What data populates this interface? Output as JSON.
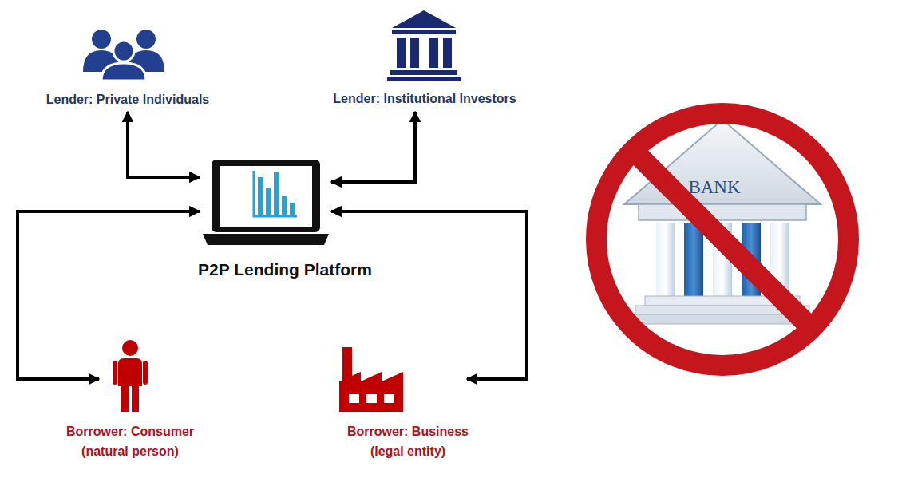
{
  "diagram": {
    "nodes": [
      {
        "text": [
          "Lender: Private Individuals"
        ]
      },
      {
        "text": [
          "Lender: Institutional Investors"
        ]
      },
      {
        "text": [
          "P2P Lending Platform"
        ]
      },
      {
        "text": [
          "Borrower: Consumer (natural person)"
        ]
      },
      {
        "text": [
          "Borrower: Business (legal entity)"
        ]
      }
    ],
    "edges": [
      {
        "from": 0,
        "to": 2,
        "arrow": "both"
      },
      {
        "from": 1,
        "to": 2,
        "arrow": "both"
      },
      {
        "from": 2,
        "to": 3,
        "arrow": "both"
      },
      {
        "from": 2,
        "to": 4,
        "arrow": "both"
      }
    ],
    "labels": [
      "BANK"
    ]
  }
}
